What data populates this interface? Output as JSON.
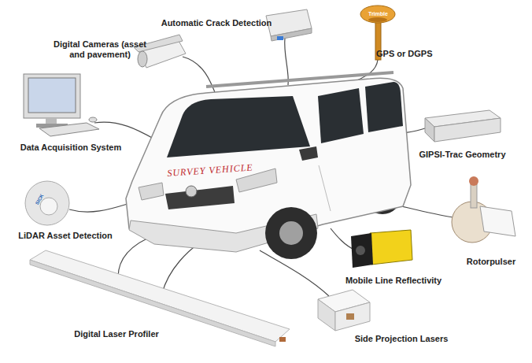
{
  "diagram": {
    "labels": [
      "Automatic Crack Detection",
      "GPS or DGPS",
      "Digital Cameras (asset and pavement)",
      "Data Acquisition System",
      "GIPSI-Trac Geometry",
      "SURVEY VEHICLE",
      "LiDAR Asset Detection",
      "Rotorpulser",
      "Mobile Line Reflectivity",
      "Digital Laser Profiler",
      "Side Projection Lasers",
      "Trimble",
      "SICK"
    ]
  }
}
